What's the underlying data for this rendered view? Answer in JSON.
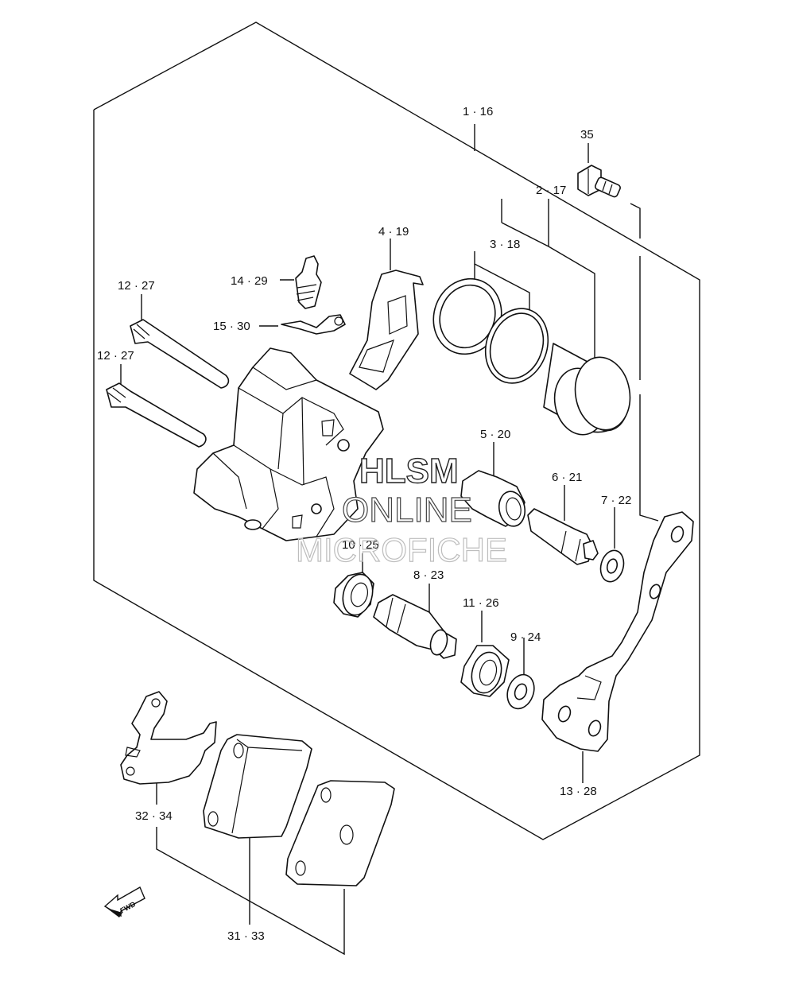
{
  "labels": {
    "p1_16": "1 · 16",
    "p35": "35",
    "p2_17": "2 · 17",
    "p3_18": "3 · 18",
    "p4_19": "4 · 19",
    "p14_29": "14 · 29",
    "p15_30": "15 · 30",
    "p12_27a": "12 · 27",
    "p12_27b": "12 · 27",
    "p5_20": "5 · 20",
    "p6_21": "6 · 21",
    "p7_22": "7 · 22",
    "p10_25": "10 · 25",
    "p8_23": "8 · 23",
    "p11_26": "11 · 26",
    "p9_24": "9 · 24",
    "p13_28": "13 · 28",
    "p32_34": "32 · 34",
    "p31_33": "31 · 33"
  },
  "watermark": {
    "line1": "HLSM",
    "line2": "ONLINE",
    "line3": "MICROFICHE"
  },
  "fwd_label": "FWD"
}
